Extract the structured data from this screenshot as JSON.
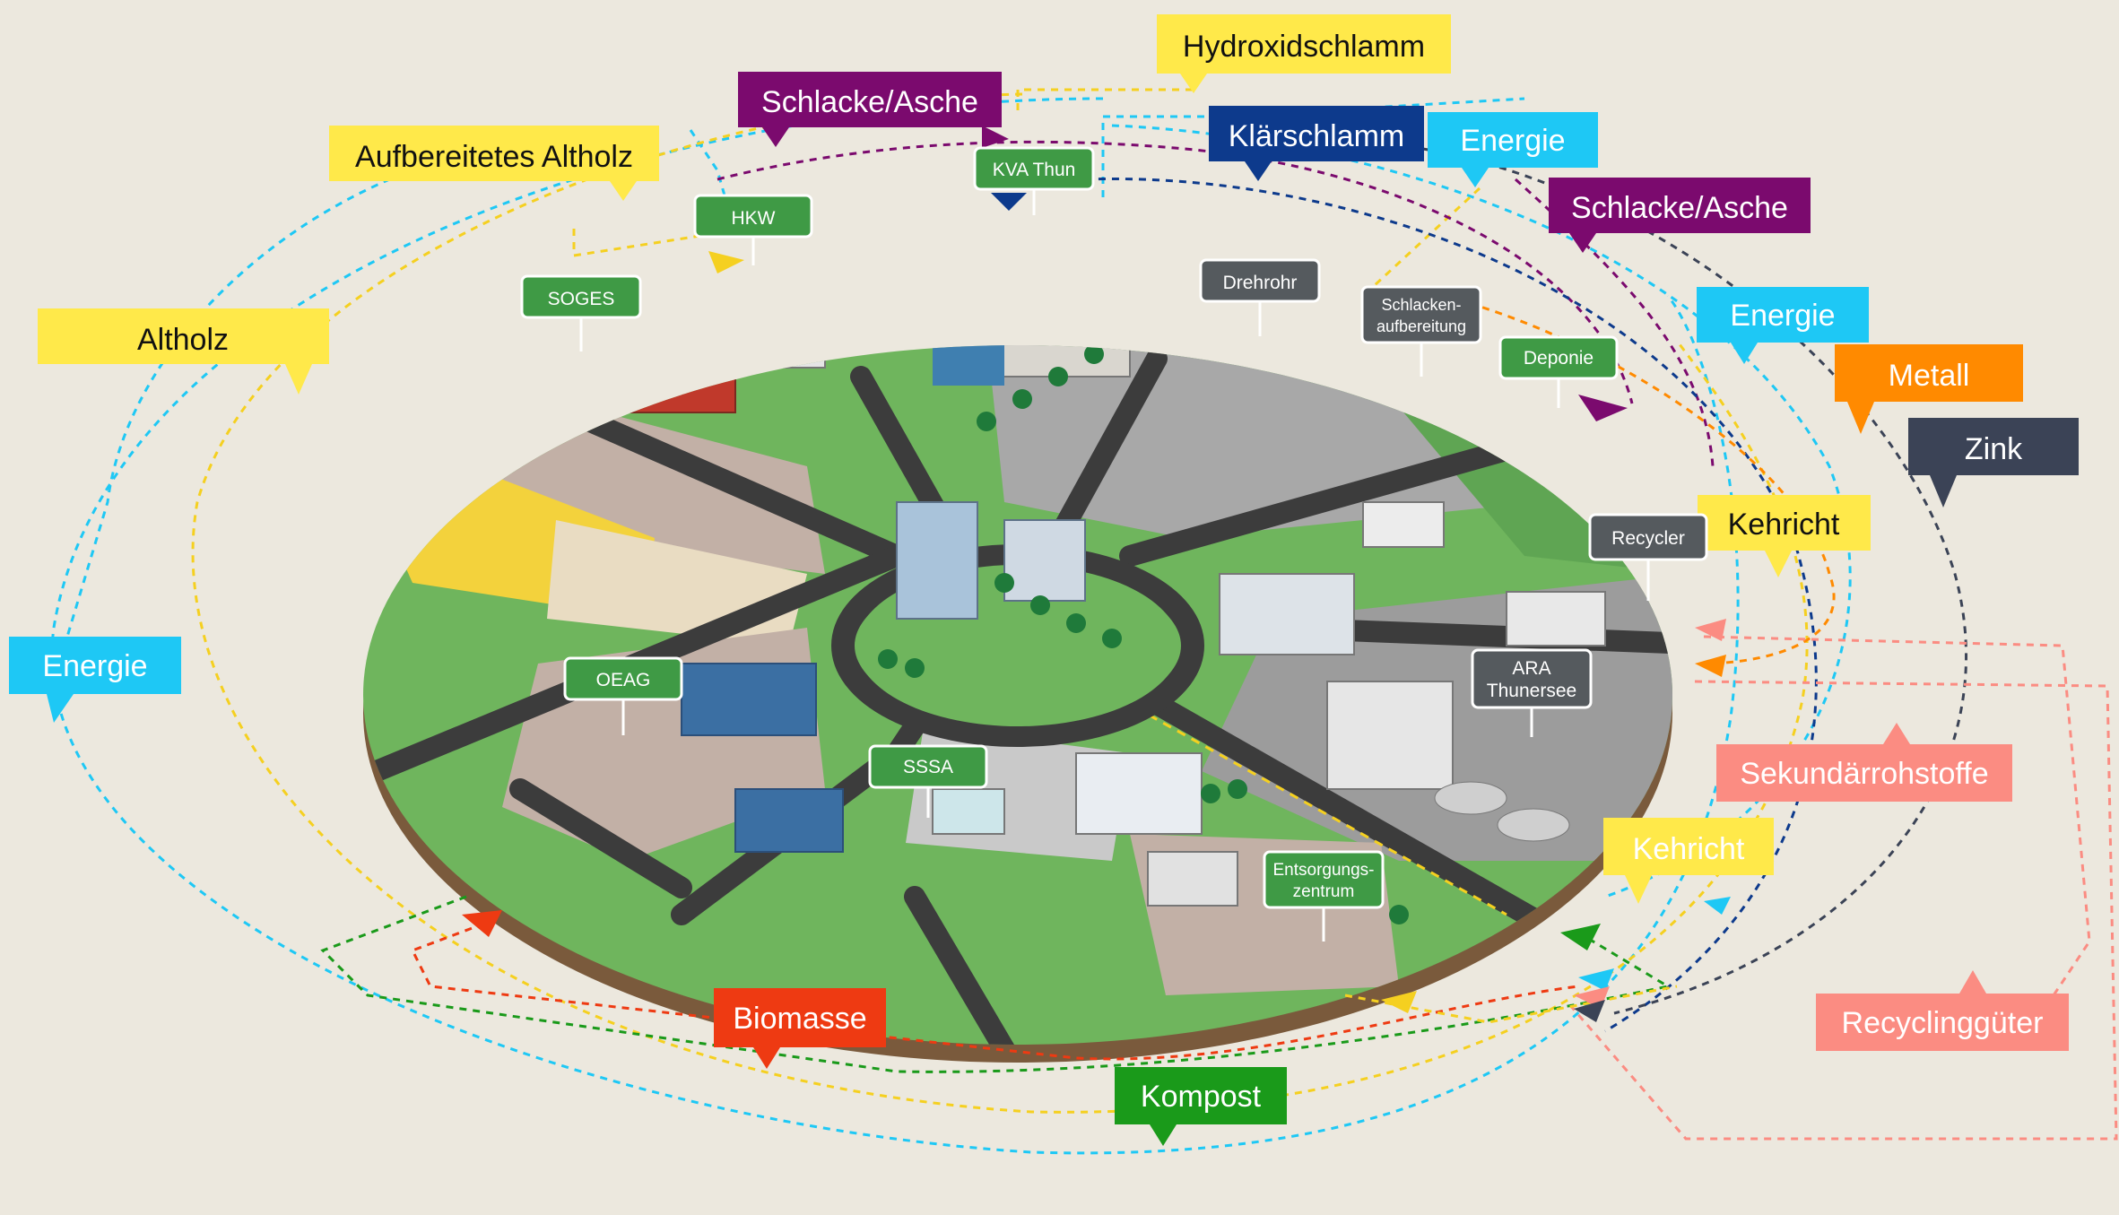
{
  "flow_labels": {
    "hydroxidschlamm": "Hydroxidschlamm",
    "schlacke_asche_top": "Schlacke/Asche",
    "klaerschlamm": "Klärschlamm",
    "energie_top": "Energie",
    "schlacke_asche_right": "Schlacke/Asche",
    "aufbereitetes_altholz": "Aufbereitetes Altholz",
    "altholz": "Altholz",
    "energie_right": "Energie",
    "metall": "Metall",
    "zink": "Zink",
    "kehricht_right": "Kehricht",
    "energie_left": "Energie",
    "sekundaerrohstoffe": "Sekundärrohstoffe",
    "kehricht_lower": "Kehricht",
    "biomasse": "Biomasse",
    "kompost": "Kompost",
    "recyclinggueter": "Recyclinggüter"
  },
  "facility_labels": {
    "kva_thun": "KVA Thun",
    "hkw": "HKW",
    "soges": "SOGES",
    "drehrohr": "Drehrohr",
    "schlackenaufbereitung_1": "Schlacken-",
    "schlackenaufbereitung_2": "aufbereitung",
    "deponie": "Deponie",
    "recycler": "Recycler",
    "ara_1": "ARA",
    "ara_2": "Thunersee",
    "oeag": "OEAG",
    "sssa": "SSSA",
    "entsorgungszentrum_1": "Entsorgungs-",
    "entsorgungszentrum_2": "zentrum"
  },
  "colors": {
    "background": "#ece8de",
    "yellow": "#ffe94a",
    "purple": "#7b0a6e",
    "navy": "#0d3a8c",
    "cyan": "#1ec8f5",
    "orange": "#ff8a00",
    "slate": "#3b4356",
    "salmon": "#fb8c82",
    "red": "#ee3a12",
    "green": "#1a9a1a",
    "node_green": "#3f9a45",
    "node_grey": "#555a5e",
    "grass": "#6fb55d",
    "road": "#3c3c3c",
    "industrial": "#a8a8a8"
  }
}
